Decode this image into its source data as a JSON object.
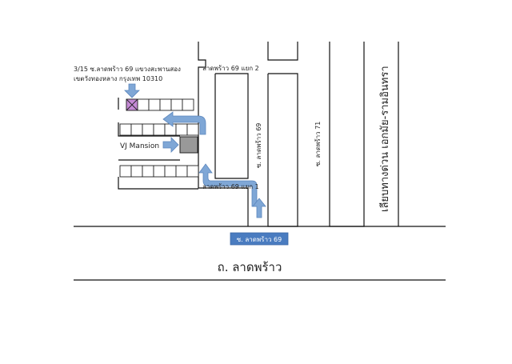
{
  "address": {
    "line1": "3/15 ซ.ลาดพร้าว 69 แขวงสะพานสอง",
    "line2": "เขตวังทองหลาง กรุงเทพ 10310"
  },
  "labels": {
    "vj_mansion": "VJ Mansion",
    "soi_69_yaek_2": "ลาดพร้าว 69 แยก 2",
    "soi_69_yaek_1": "ลาดพร้าว 69 แยก 1",
    "soi_69_vertical": "ซ. ลาดพร้าว 69",
    "soi_71": "ซ. ลาดพร้าว 71",
    "expressway": "เลียบทางด่วน เอกมัย-รามอินทรา",
    "soi_69_entrance": "ซ. ลาดพร้าว 69",
    "main_road": "ถ. ลาดพร้าว"
  },
  "colors": {
    "arrow": "#7fa7d6",
    "entrance_box": "#4a7cc0",
    "target_cell": "#c58ad6",
    "mansion_block": "#999999"
  }
}
